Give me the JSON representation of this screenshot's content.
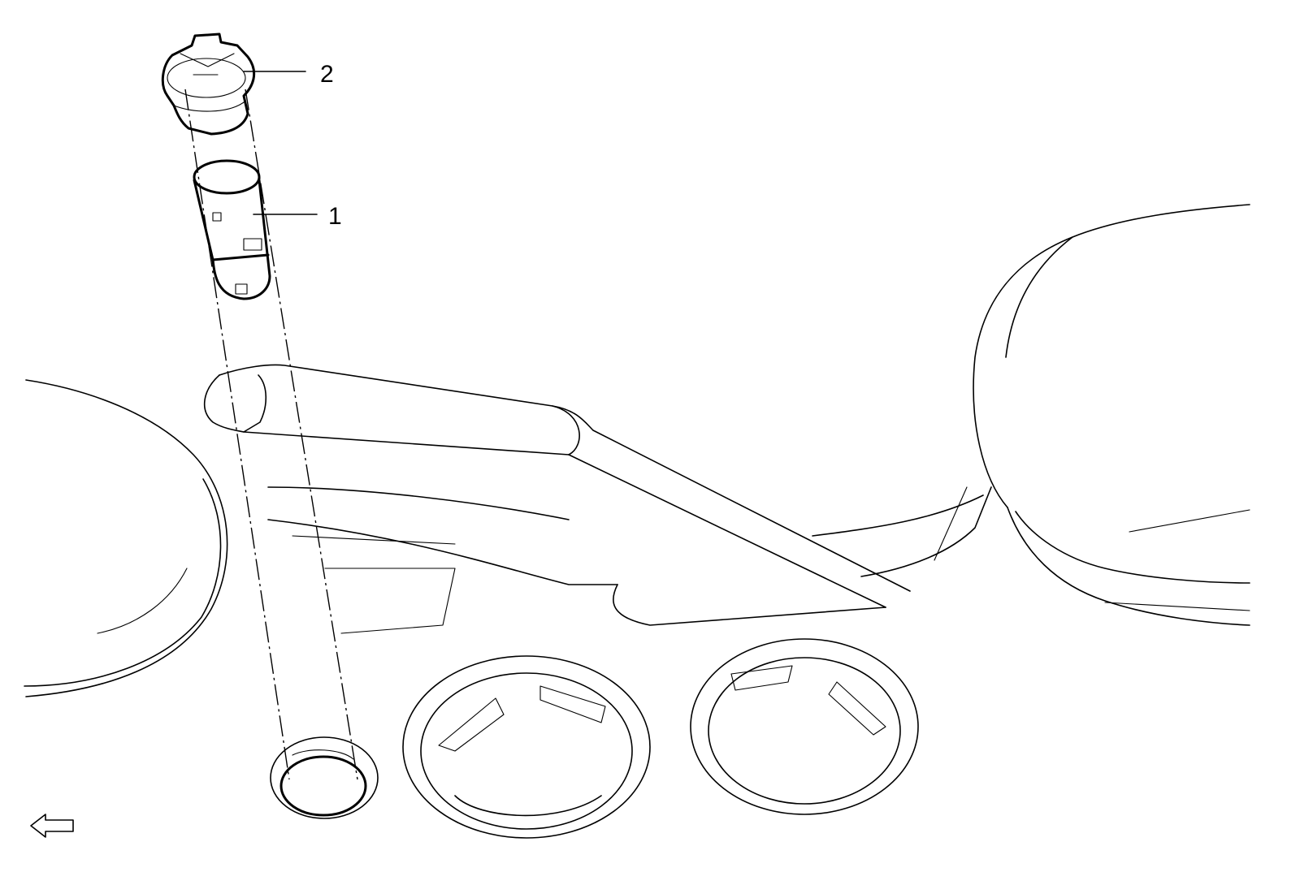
{
  "callouts": [
    {
      "id": "1",
      "label": "1"
    },
    {
      "id": "2",
      "label": "2"
    }
  ],
  "icons": {
    "orientation": "arrow-left-icon"
  },
  "colors": {
    "line": "#000000",
    "background": "#ffffff"
  }
}
